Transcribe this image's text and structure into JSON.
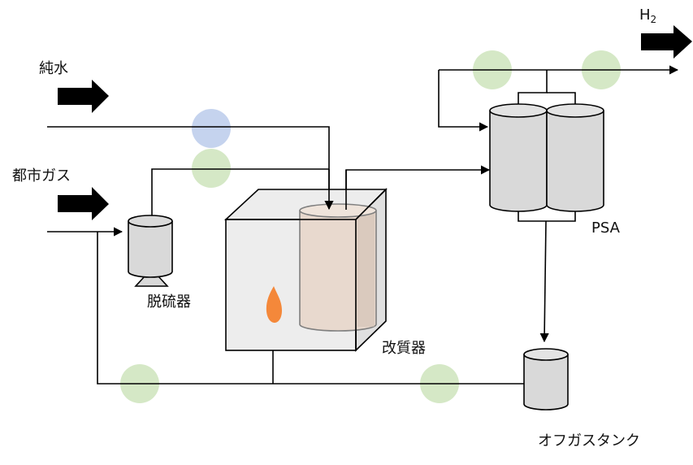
{
  "labels": {
    "pure_water": "純水",
    "city_gas": "都市ガス",
    "desulfurizer": "脱硫器",
    "reformer": "改質器",
    "psa": "PSA",
    "offgas_tank": "オフガスタンク",
    "hydrogen_main": "H",
    "hydrogen_sub": "2"
  },
  "colors": {
    "line": "#000000",
    "vessel_fill": "#d9d9d9",
    "furnace_fill": "#ededed",
    "reformer_fill": "#e6d5c8",
    "marker_green": "#d5e8c6",
    "marker_blue": "#c5d3ee",
    "flame": "#f4883a",
    "inlet_arrow": "#000000",
    "burner_arrow": "#666666"
  }
}
